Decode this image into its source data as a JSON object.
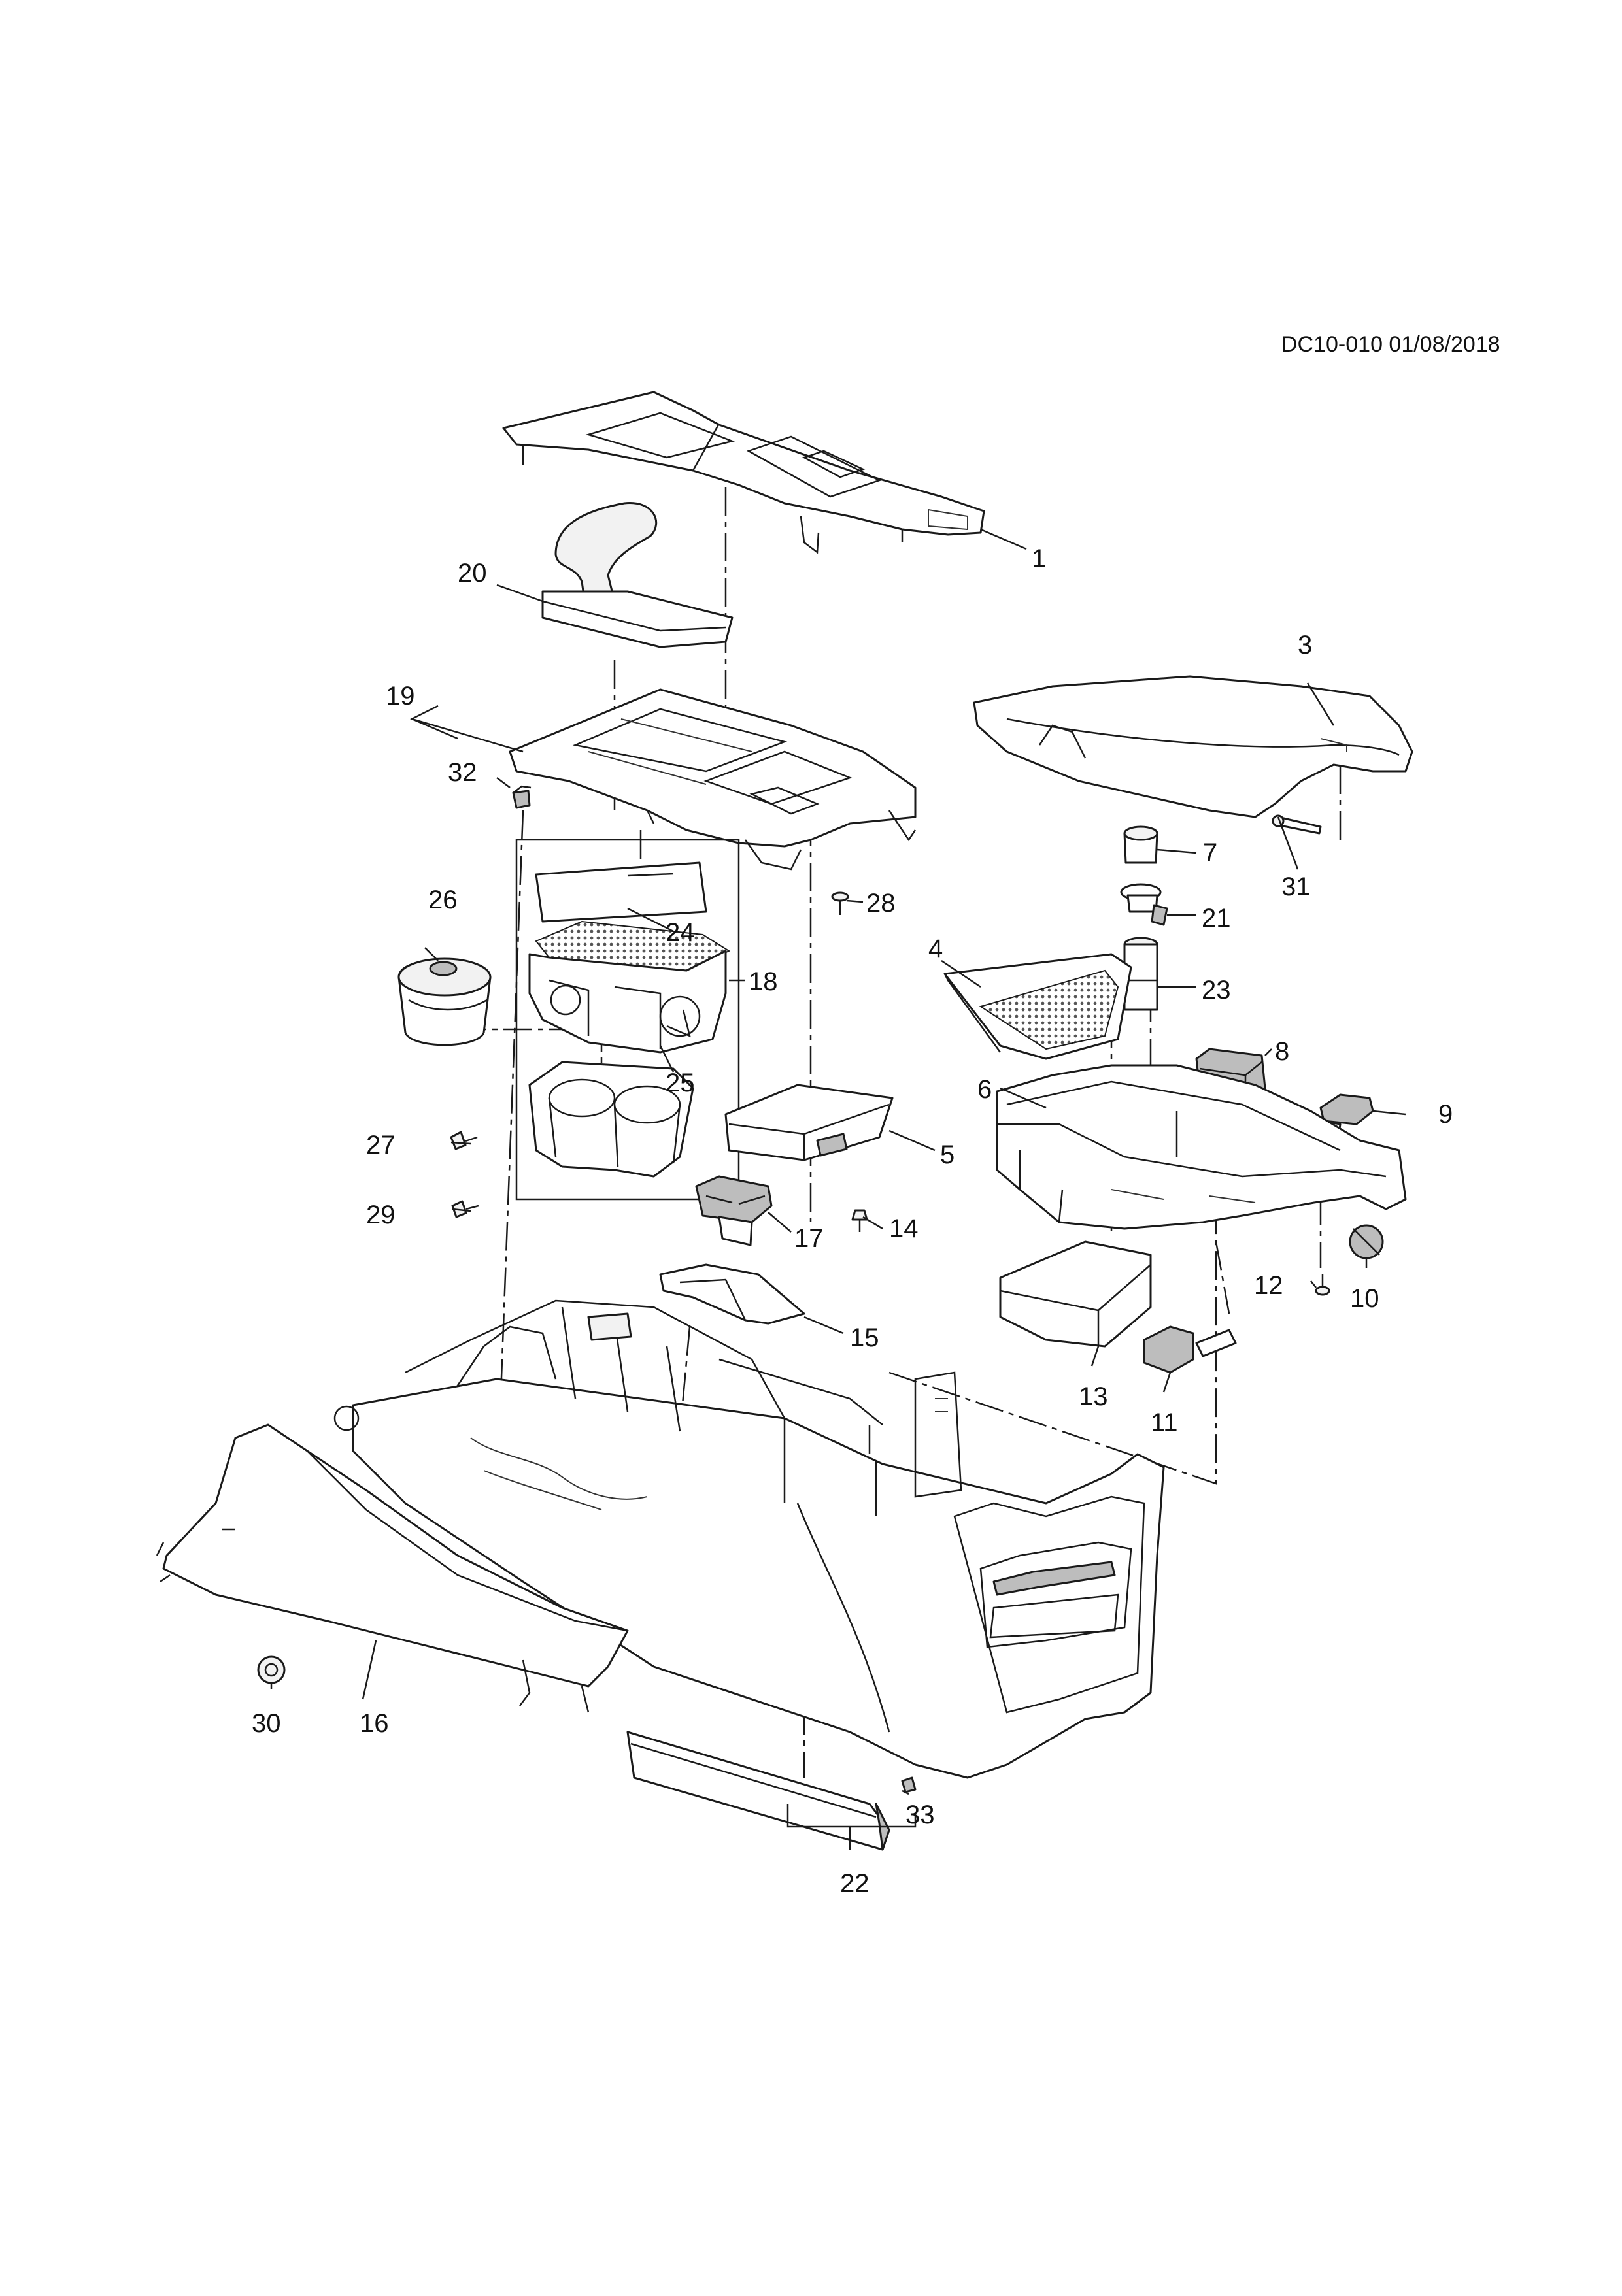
{
  "document_ref": "DC10-010 01/08/2018",
  "callouts": [
    {
      "id": "1",
      "label": "1"
    },
    {
      "id": "3",
      "label": "3"
    },
    {
      "id": "4",
      "label": "4"
    },
    {
      "id": "5",
      "label": "5"
    },
    {
      "id": "6",
      "label": "6"
    },
    {
      "id": "7",
      "label": "7"
    },
    {
      "id": "8",
      "label": "8"
    },
    {
      "id": "9",
      "label": "9"
    },
    {
      "id": "10",
      "label": "10"
    },
    {
      "id": "11",
      "label": "11"
    },
    {
      "id": "12",
      "label": "12"
    },
    {
      "id": "13",
      "label": "13"
    },
    {
      "id": "14",
      "label": "14"
    },
    {
      "id": "15",
      "label": "15"
    },
    {
      "id": "16",
      "label": "16"
    },
    {
      "id": "17",
      "label": "17"
    },
    {
      "id": "18",
      "label": "18"
    },
    {
      "id": "19",
      "label": "19"
    },
    {
      "id": "20",
      "label": "20"
    },
    {
      "id": "21",
      "label": "21"
    },
    {
      "id": "22",
      "label": "22"
    },
    {
      "id": "23",
      "label": "23"
    },
    {
      "id": "24",
      "label": "24"
    },
    {
      "id": "25",
      "label": "25"
    },
    {
      "id": "26",
      "label": "26"
    },
    {
      "id": "27",
      "label": "27"
    },
    {
      "id": "28",
      "label": "28"
    },
    {
      "id": "29",
      "label": "29"
    },
    {
      "id": "30",
      "label": "30"
    },
    {
      "id": "31",
      "label": "31"
    },
    {
      "id": "32",
      "label": "32"
    },
    {
      "id": "33",
      "label": "33"
    }
  ]
}
